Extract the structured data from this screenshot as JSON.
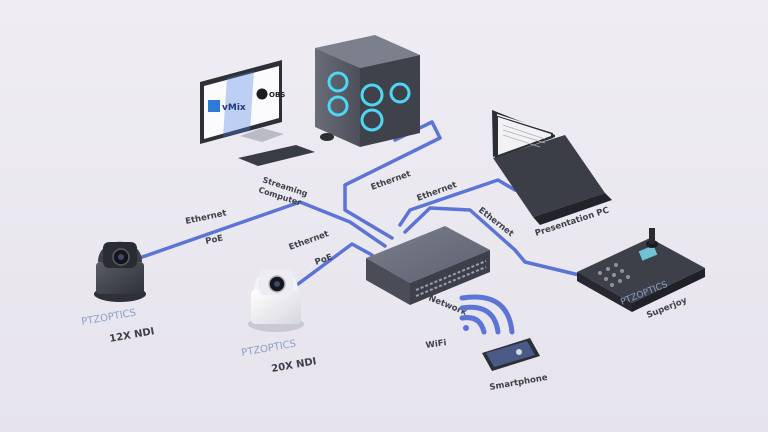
{
  "colors": {
    "background": "#ebe9f0",
    "cable": "#5b74d6",
    "device_dark": "#4a4c55",
    "brand_blue": "#8aa0c8"
  },
  "streaming_computer": {
    "label_line1": "Streaming",
    "label_line2": "Computer"
  },
  "monitor": {
    "app1": "vMix",
    "app2": "OBS"
  },
  "switch": {
    "label": "Network"
  },
  "presentation_pc": {
    "label": "Presentation PC"
  },
  "superjoy": {
    "label": "Superjoy",
    "brand": "PTZOPTICS"
  },
  "camera_12x": {
    "label": "12X NDI",
    "brand": "PTZOPTICS"
  },
  "camera_20x": {
    "label": "20X NDI",
    "brand": "PTZOPTICS"
  },
  "wifi": {
    "label": "WiFi"
  },
  "smartphone": {
    "label": "Smartphone"
  },
  "cable_labels": {
    "pc_ethernet": "Ethernet",
    "presentation_ethernet": "Ethernet",
    "superjoy_ethernet": "Ethernet",
    "cam12_ethernet": "Ethernet",
    "cam12_poe": "PoE",
    "cam20_ethernet": "Ethernet",
    "cam20_poe": "PoE"
  }
}
